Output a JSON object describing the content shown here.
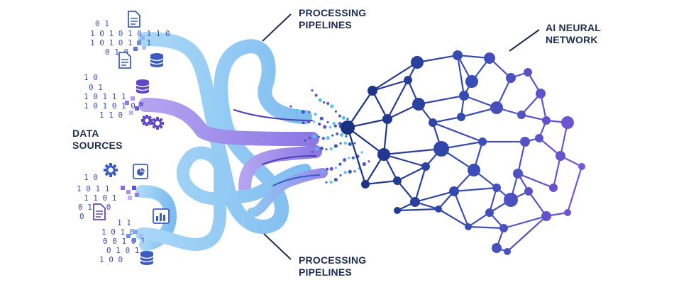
{
  "labels": {
    "data_sources": [
      "DATA",
      "SOURCES"
    ],
    "pipelines_top": [
      "PROCESSING",
      "PIPELINES"
    ],
    "pipelines_bottom": [
      "PROCESSING",
      "PIPELINES"
    ],
    "ai_network": [
      "AI NEURAL",
      "NETWORK"
    ]
  },
  "binary_rows": {
    "group1": [
      "0  1",
      "1  0 1 0 1 0 1 1 0",
      "1  0 1 0 1 0 1",
      "0  1 0"
    ],
    "group2": [
      "1  0",
      "0  1",
      "1  0 1 1 1",
      "1  0 1 0 1 0",
      "1  1 0"
    ],
    "group3": [
      "1  0",
      "1  0 1 1",
      "1  1 0 1",
      "0  1 1 0",
      "0"
    ],
    "group4": [
      "1  1",
      "1  0 1 0",
      "0  0 1 0 1",
      "0  1 0 1",
      "1  0  0"
    ]
  },
  "icons": {
    "group1": [
      "document-icon",
      "document-icon",
      "database-icon"
    ],
    "group2": [
      "database-icon",
      "gear-icon",
      "gear-icon"
    ],
    "group3": [
      "gear-icon",
      "pie-chart-icon"
    ],
    "group4": [
      "document-icon",
      "bar-chart-icon",
      "database-icon"
    ]
  },
  "colors": {
    "label_text": "#1f2d4e",
    "pipe_light_blue": "#8ec9f3",
    "pipe_purple": "#9b87ea",
    "node_navy": "#1b2f86",
    "node_blue": "#3554b8",
    "node_violet": "#6b4fcf",
    "particle_cyan": "#4fc7ec"
  }
}
